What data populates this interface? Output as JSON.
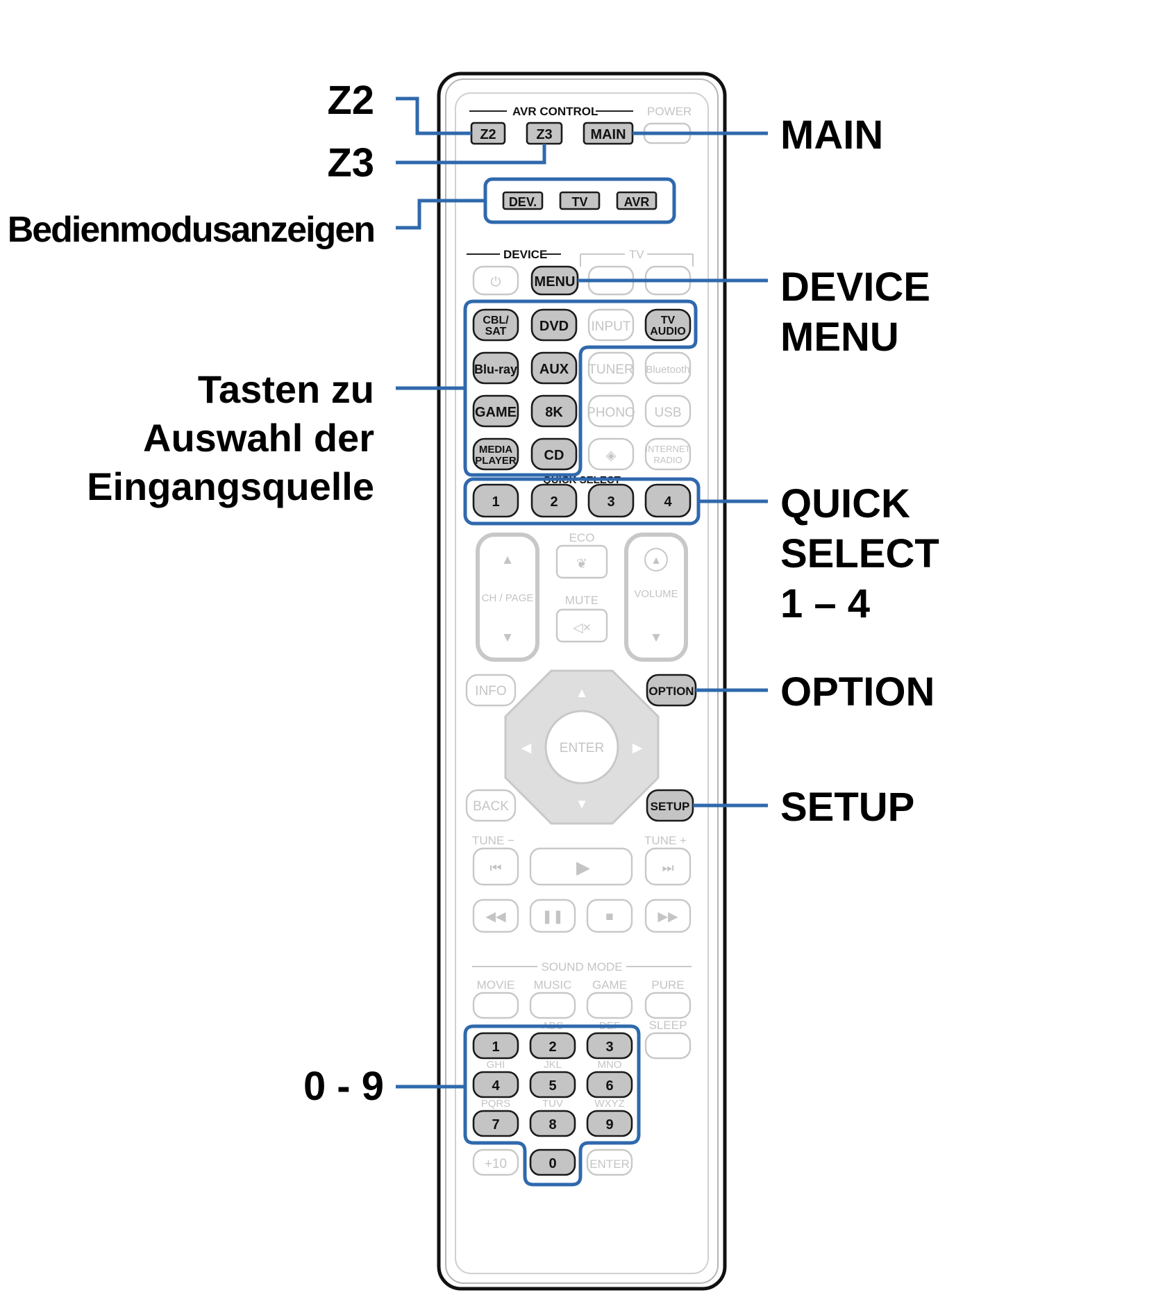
{
  "callouts": {
    "z2": "Z2",
    "z3": "Z3",
    "mode_indicators": "Bedienmodusanzeigen",
    "input_source_line1": "Tasten zu",
    "input_source_line2": "Auswahl der",
    "input_source_line3": "Eingangsquelle",
    "digits": "0 - 9",
    "main": "MAIN",
    "device_menu_line1": "DEVICE",
    "device_menu_line2": "MENU",
    "quick_select_line1": "QUICK",
    "quick_select_line2": "SELECT",
    "quick_select_line3": "1 – 4",
    "option": "OPTION",
    "setup": "SETUP"
  },
  "remote": {
    "sections": {
      "avr_control": "AVR CONTROL",
      "power": "POWER",
      "device": "DEVICE",
      "tv": "TV",
      "quick_select": "QUICK SELECT",
      "eco": "ECO",
      "mute": "MUTE",
      "ch_page": "CH / PAGE",
      "volume": "VOLUME",
      "tune_minus": "TUNE −",
      "tune_plus": "TUNE +",
      "sound_mode": "SOUND MODE"
    },
    "avr_buttons": [
      "Z2",
      "Z3",
      "MAIN"
    ],
    "mode_indicators": [
      "DEV.",
      "TV",
      "AVR"
    ],
    "menu_button": "MENU",
    "source_buttons_highlighted": [
      "CBL/",
      "SAT",
      "DVD",
      "TV",
      "AUDIO",
      "Blu-ray",
      "AUX",
      "GAME",
      "8K",
      "MEDIA",
      "PLAYER",
      "CD"
    ],
    "source_buttons_dim": [
      "INPUT",
      "TUNER",
      "Bluetooth",
      "PHONO",
      "USB",
      "INTERNET",
      "RADIO"
    ],
    "quick_select_buttons": [
      "1",
      "2",
      "3",
      "4"
    ],
    "nav": {
      "info": "INFO",
      "option": "OPTION",
      "enter": "ENTER",
      "back": "BACK",
      "setup": "SETUP"
    },
    "sound_mode_buttons": [
      "MOVIE",
      "MUSIC",
      "GAME",
      "PURE"
    ],
    "sleep": "SLEEP",
    "number_pad": [
      "1",
      "2",
      "3",
      "4",
      "5",
      "6",
      "7",
      "8",
      "9",
      "0"
    ],
    "number_letters": [
      "ABC",
      "DEF",
      "GHI",
      "JKL",
      "MNO",
      "PQRS",
      "TUV",
      "WXYZ"
    ],
    "plus10": "+10",
    "enter_small": "ENTER",
    "colors": {
      "highlight": "#2f69ad",
      "active_button": "#c4c4c4",
      "dim_outline": "#c8c8c8"
    }
  }
}
